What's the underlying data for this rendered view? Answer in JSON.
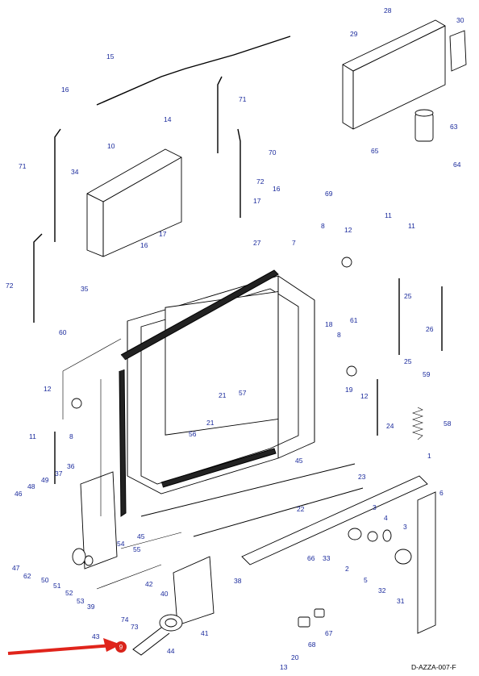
{
  "drawing_code": "D-AZZA-007-F",
  "highlight": {
    "label": "9",
    "arrow_color": "#e0241b",
    "badge_color": "#d9241b"
  },
  "callouts": [
    "1",
    "2",
    "3",
    "3",
    "4",
    "5",
    "6",
    "7",
    "8",
    "8",
    "8",
    "9",
    "10",
    "11",
    "11",
    "11",
    "12",
    "12",
    "12",
    "13",
    "14",
    "15",
    "16",
    "16",
    "16",
    "17",
    "17",
    "18",
    "19",
    "20",
    "21",
    "21",
    "22",
    "23",
    "24",
    "25",
    "25",
    "26",
    "27",
    "28",
    "29",
    "30",
    "31",
    "32",
    "33",
    "34",
    "35",
    "36",
    "37",
    "38",
    "39",
    "40",
    "41",
    "42",
    "43",
    "44",
    "45",
    "45",
    "46",
    "47",
    "48",
    "49",
    "50",
    "51",
    "52",
    "53",
    "54",
    "55",
    "56",
    "57",
    "58",
    "59",
    "60",
    "61",
    "62",
    "63",
    "64",
    "65",
    "66",
    "67",
    "68",
    "69",
    "70",
    "71",
    "71",
    "72",
    "72",
    "73",
    "74"
  ]
}
